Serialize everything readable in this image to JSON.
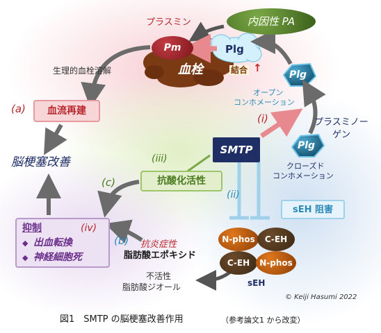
{
  "tpa": "内因性 PA",
  "plasmin_label": "プラスミン",
  "pm": "Pm",
  "plg": "Plg",
  "thrombus": "血栓",
  "binding": "結合",
  "binding_arrow": "↑",
  "physiologic_thrombolysis": "生理的血栓溶解",
  "a_label": "(a)",
  "blood_flow": "血流再建",
  "brain_infarction": "脳梗塞改善",
  "iii_label": "(iii)",
  "antioxidant": "抗酸化活性",
  "c_label": "(c)",
  "open_conformation": [
    "オープン",
    "コンホメーション"
  ],
  "i_label": "(i)",
  "plasminogen": [
    "プラスミノー",
    "ゲン"
  ],
  "smtp": "SMTP",
  "closed_conformation": [
    "クローズド",
    "コンホメーション"
  ],
  "ii_label": "(ii)",
  "seh_inhibition": "sEH 阻害",
  "suppression": "抑制",
  "iv_label": "(iv)",
  "bullet": "◆",
  "hemorrhage": "出血転換",
  "neuronal_death": "神経細胞死",
  "b_label": "(b)",
  "anti_inflammatory": "抗炎症性",
  "epoxide": "脂肪酸エポキシド",
  "nphos": "N-phos",
  "ceh": "C-EH",
  "seh": "sEH",
  "inactive": [
    "不活性",
    "脂肪酸ジオール"
  ],
  "copyright": "© Keiji Hasumi 2022",
  "caption_main": "図1　SMTP の脳梗塞改善作用",
  "caption_note": "（参考論文1 から改変）",
  "colors": {
    "red": "#b5272d",
    "navy": "#1f2f66",
    "olive": "#4a7a1e",
    "purple": "#6a2f8a",
    "cyan_text": "#2b8ab8",
    "plg_blue": "#1f6f93",
    "seh_orange": "#b45208",
    "thrombus_brown": "#7a3a14",
    "gray_arrow": "#6b6b6b"
  }
}
